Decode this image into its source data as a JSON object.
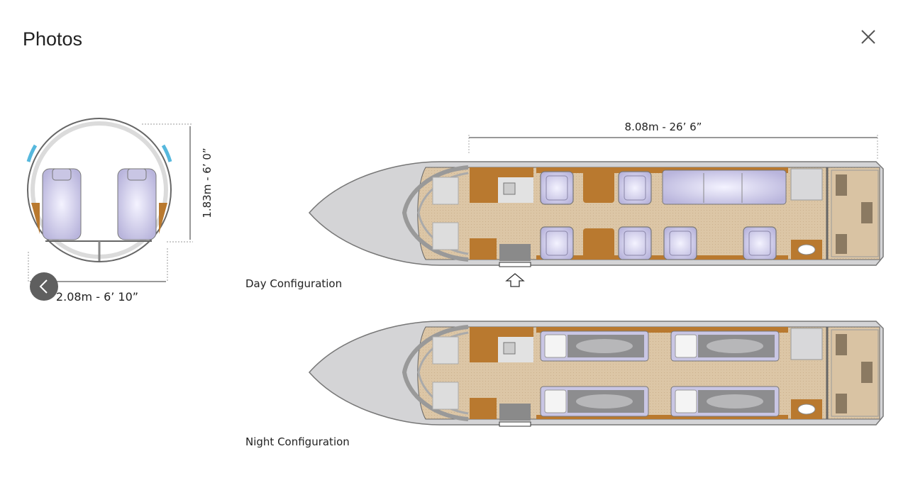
{
  "modal": {
    "title": "Photos",
    "close_icon": "close-icon",
    "prev_icon": "chevron-left-icon"
  },
  "floorplan": {
    "cabin_height": "1.83m - 6’ 0”",
    "cabin_width": "2.08m - 6’ 10”",
    "cabin_length": "8.08m - 26’ 6”",
    "day_label": "Day Configuration",
    "night_label": "Night Configuration"
  },
  "colors": {
    "wood": "#b9792f",
    "carpet": "#d9c3a3",
    "seat": "#c9c6e4",
    "shell": "#d4d4d6",
    "window": "#56b8dd"
  }
}
